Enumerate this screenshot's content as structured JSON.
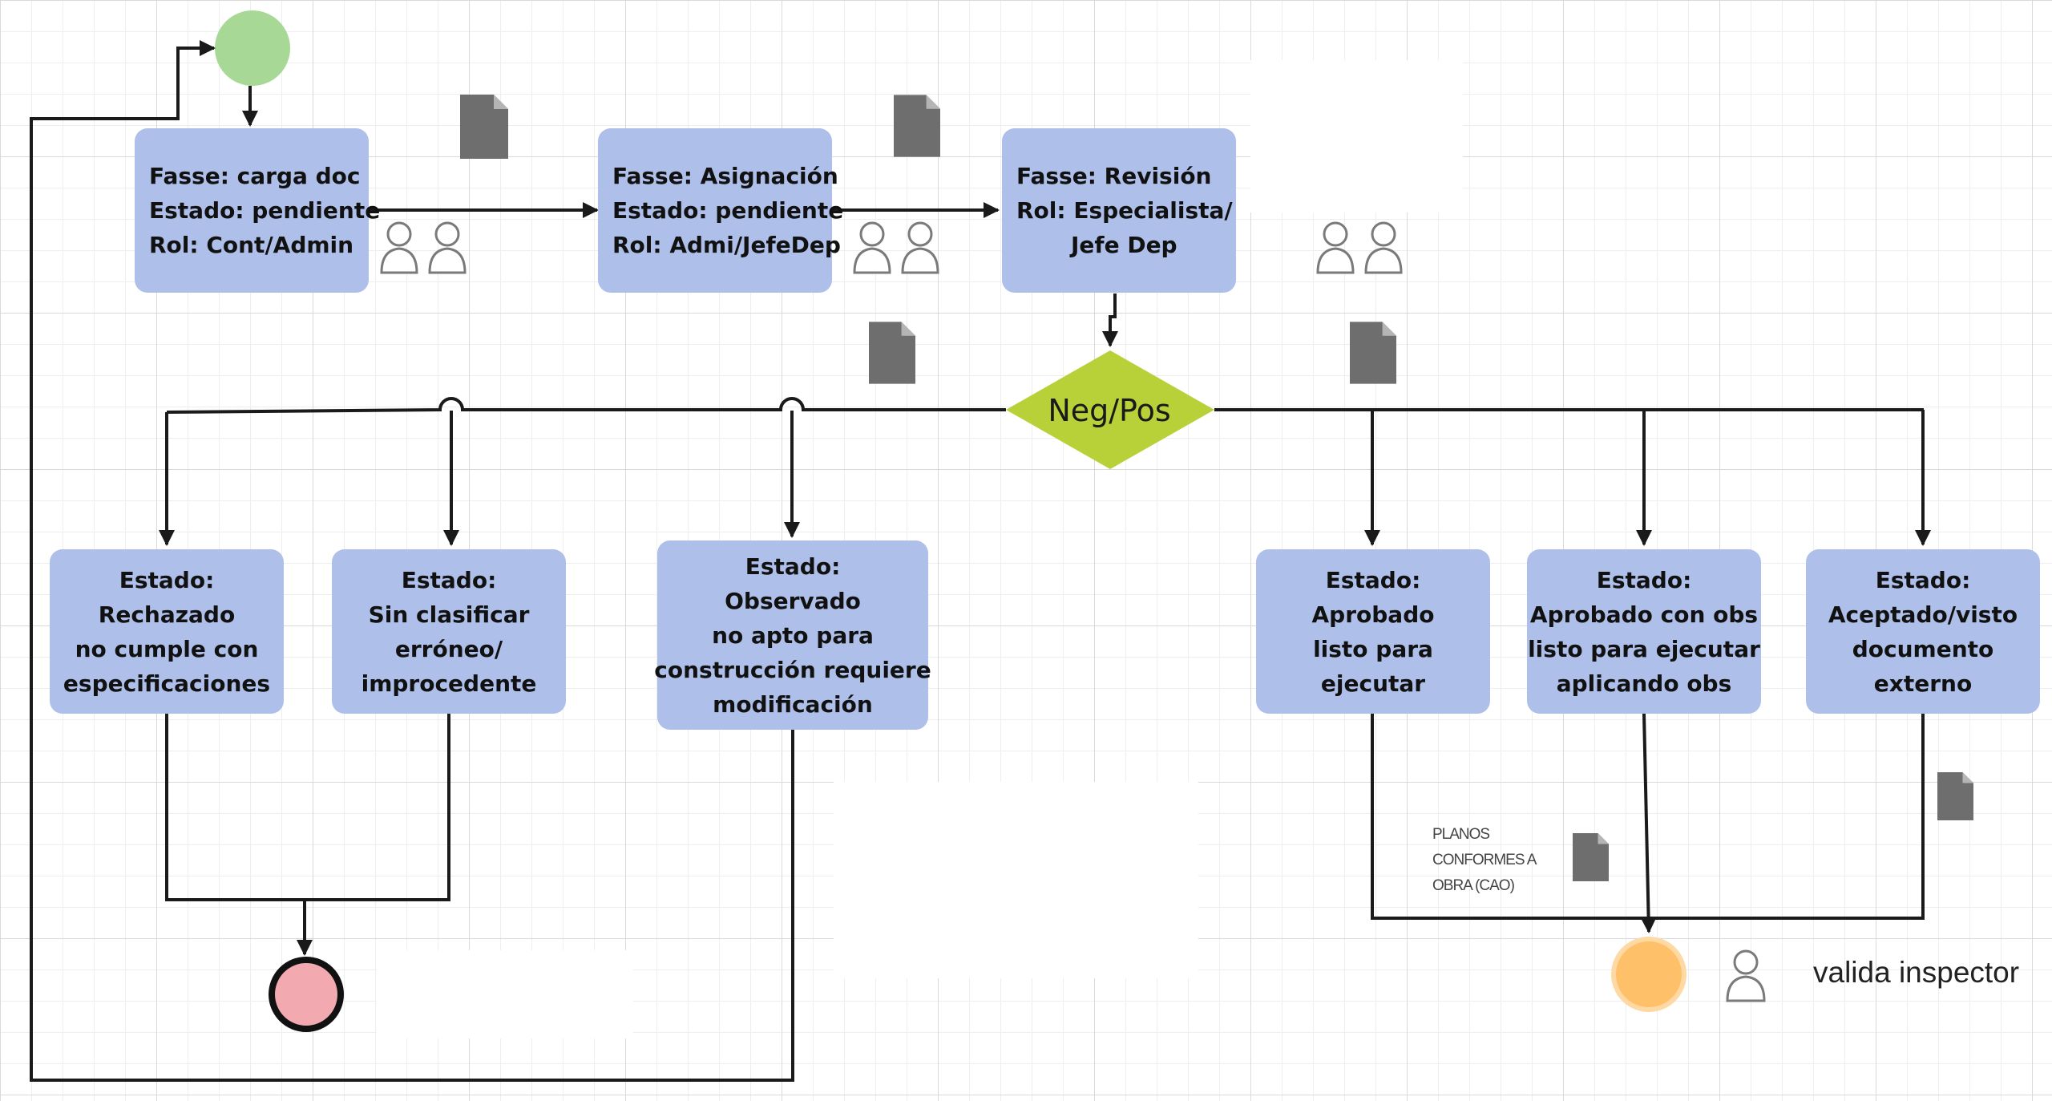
{
  "diagram": {
    "fases": [
      {
        "id": "fase-carga",
        "lines": [
          "Fasse: carga doc",
          "Estado: pendiente",
          "Rol: Cont/Admin"
        ]
      },
      {
        "id": "fase-asignacion",
        "lines": [
          "Fasse: Asignación",
          "Estado: pendiente",
          "Rol: Admi/JefeDep"
        ]
      },
      {
        "id": "fase-revision",
        "lines": [
          "Fasse: Revisión",
          "Rol: Especialista/",
          "Jefe Dep"
        ]
      }
    ],
    "decision": {
      "label": "Neg/Pos"
    },
    "estados": [
      {
        "id": "estado-rechazado",
        "lines": [
          "Estado:",
          "Rechazado",
          "no cumple con",
          "especificaciones"
        ]
      },
      {
        "id": "estado-sin-clasificar",
        "lines": [
          "Estado:",
          "Sin clasificar",
          "erróneo/",
          "improcedente"
        ]
      },
      {
        "id": "estado-observado",
        "lines": [
          "Estado:",
          "Observado",
          "no apto para",
          "construcción requiere",
          "modificación"
        ]
      },
      {
        "id": "estado-aprobado",
        "lines": [
          "Estado:",
          "Aprobado",
          "listo para",
          "ejecutar"
        ]
      },
      {
        "id": "estado-aprobado-obs",
        "lines": [
          "Estado:",
          "Aprobado con obs",
          "listo para ejecutar",
          "aplicando obs"
        ]
      },
      {
        "id": "estado-aceptado",
        "lines": [
          "Estado:",
          "Aceptado/visto",
          "documento",
          "externo"
        ]
      }
    ],
    "planos_note": [
      "PLANOS",
      "CONFORMES A",
      "OBRA (CAO)"
    ],
    "valida_label": "valida inspector"
  },
  "colors": {
    "box_fill": "#aec0ea",
    "start_node": "#a8d895",
    "end_node_fill": "#f2aab0",
    "end_node_stroke": "#111111",
    "final_orange": "#ffc06a",
    "final_orange_ring": "#ffd9a3",
    "diamond": "#b8d138",
    "connector": "#1a1a1a",
    "document_icon": "#6e6e6e"
  },
  "icons": [
    "document-icon",
    "user-pair-icon",
    "user-icon",
    "start-node",
    "end-node",
    "final-node"
  ]
}
